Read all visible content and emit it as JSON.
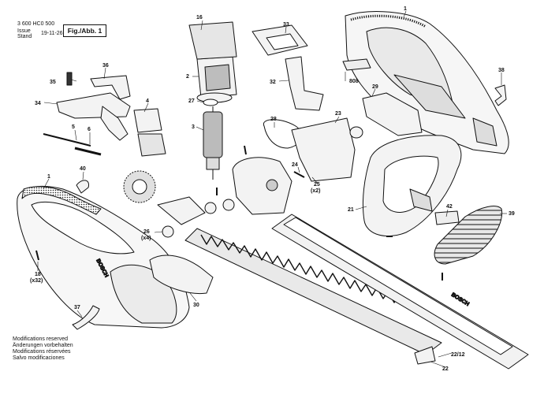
{
  "header": {
    "doc_number": "3 600 HC0 500",
    "issue_label": "Issue",
    "stand_label": "Stand",
    "date": "19-11-26",
    "fig_label": "Fig./Abb. 1"
  },
  "footer": {
    "lines": [
      "Modifications reserved",
      "Änderungen vorbehalten",
      "Modifications réservées",
      "Salvo modificaciones"
    ]
  },
  "part_labels": {
    "p1_top": "1",
    "p1_left": "1",
    "p2": "2",
    "p3": "3",
    "p4": "4",
    "p5": "5",
    "p6": "6",
    "p16": "16",
    "p18": "18",
    "p18_qty": "(x32)",
    "p21": "21",
    "p22": "22",
    "p22_12": "22/12",
    "p23": "23",
    "p24": "24",
    "p25": "25",
    "p25_qty": "(x2)",
    "p26": "26",
    "p26_qty": "(x4)",
    "p27": "27",
    "p28": "28",
    "p29": "29",
    "p30": "30",
    "p32": "32",
    "p33": "33",
    "p34": "34",
    "p35": "35",
    "p36": "36",
    "p37": "37",
    "p38": "38",
    "p39": "39",
    "p40": "40",
    "p42": "42",
    "p808": "808"
  },
  "brand_marks": {
    "handle_logo": "BOSCH",
    "blade_logo": "BOSCH"
  }
}
